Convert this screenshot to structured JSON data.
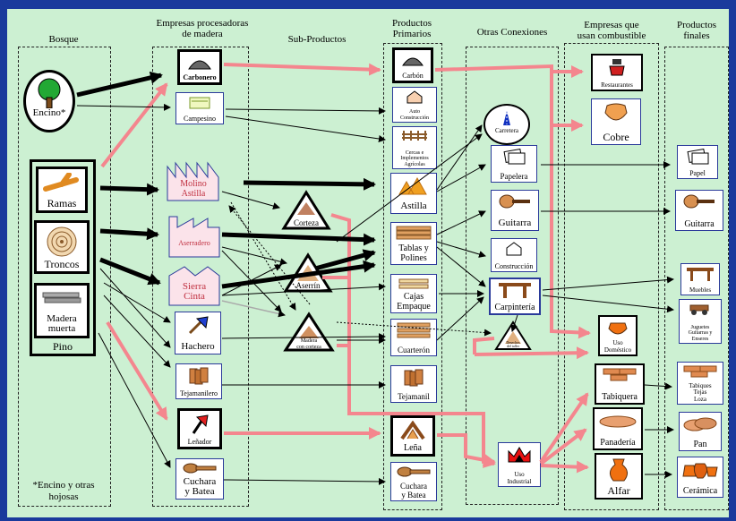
{
  "headers": {
    "bosque": "Bosque",
    "empresas": "Empresas procesadoras\nde madera",
    "subproductos": "Sub-Productos",
    "primarios": "Productos\nPrimarios",
    "otras": "Otras Conexiones",
    "combustible": "Empresas que\nusan combustible",
    "finales": "Productos\nfinales"
  },
  "bosque": {
    "encino": "Encino*",
    "ramas": "Ramas",
    "troncos": "Troncos",
    "madera_muerta": "Madera\nmuerta",
    "pino": "Pino",
    "nota": "*Encino y otras\nhojosas"
  },
  "empresas": {
    "carbonero": "Carbonero",
    "campesino": "Campesino",
    "molino": "Molino\nAstilla",
    "aserradero": "Aserradero",
    "sierra": "Sierra\nCinta",
    "hachero": "Hachero",
    "tejamanilero": "Tejamanilero",
    "lenador": "Leñador",
    "cuchara": "Cuchara\ny Batea"
  },
  "subproductos": {
    "corteza": "Corteza",
    "aserrin": "Aserrín",
    "madera_cortezas": "Madera\ncon corteza"
  },
  "primarios": {
    "carbon": "Carbón",
    "auto": "Auto\nConstrucción",
    "cercas": "Cercas e\nImplementos\nAgrícolas",
    "astilla": "Astilla",
    "tablas": "Tablas y\nPolines",
    "cajas": "Cajas\nEmpaque",
    "cuarteron": "Cuarterón",
    "tejamanil": "Tejamanil",
    "lena": "Leña",
    "cuchara": "Cuchara\ny Batea"
  },
  "otras": {
    "carretera": "Carretera",
    "papelera": "Papelera",
    "guitarra": "Guitarra",
    "construccion": "Construcción",
    "carpinteria": "Carpintería",
    "desechos": "Desechos\ndel taller",
    "industrial": "Uso\nIndustrial"
  },
  "combustible": {
    "restaurantes": "Restaurantes",
    "cobre": "Cobre",
    "domestico": "Uso\nDoméstico",
    "tabiquera": "Tabiquera",
    "panaderia": "Panadería",
    "alfar": "Alfar"
  },
  "finales": {
    "papel": "Papel",
    "guitarra": "Guitarra",
    "muebles": "Muebles",
    "juguetes": "Juguetes\nGuitarras y\nEnseres",
    "tabiques": "Tabiques\nTejas\nLoza",
    "pan": "Pan",
    "ceramica": "Cerámica"
  },
  "colors": {
    "background": "#1a3a9c",
    "panel": "#ccf0d2",
    "fuel_flow": "#f4868e",
    "flow": "#000000",
    "box_border": "#2a3a9a"
  },
  "icons": [
    "tree-icon",
    "branch-icon",
    "log-rings-icon",
    "planks-icon",
    "charcoal-icon",
    "sheets-icon",
    "factory-icon",
    "axe-icon",
    "shingles-icon",
    "spoon-icon",
    "pile-icon",
    "house-icon",
    "fence-icon",
    "road-icon",
    "paper-icon",
    "guitar-icon",
    "table-icon",
    "pot-icon",
    "bricks-icon",
    "bread-icon",
    "stove-icon",
    "fire-icon",
    "pottery-icon",
    "toys-icon"
  ]
}
